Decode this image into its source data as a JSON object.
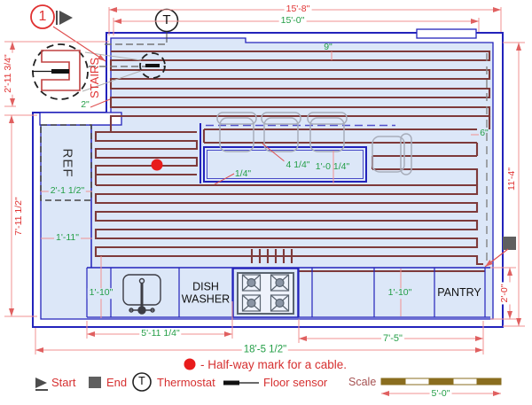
{
  "colors": {
    "wall": "#2323bb",
    "floor": "#dce7f8",
    "cable": "#7e3a3a",
    "dim_line": "#f29090",
    "dim_red": "#e03232",
    "dim_green": "#239e46",
    "legend_red": "#d63030",
    "scale_brown": "#8a6d1f"
  },
  "plan": {
    "callout_number": "1",
    "thermostat_symbol": "T",
    "labels": {
      "stairs": "STAIRS",
      "ref": "REF",
      "dish_washer": "DISH\nWASHER",
      "pantry": "PANTRY"
    },
    "dimensions": {
      "top_outer": "15'-8\"",
      "top_inner": "15'-0\"",
      "stairs_height": "2'-11 3/4\"",
      "left_height": "7'-11 1/2\"",
      "right_height": "11'-4\"",
      "right_counter_depth": "2'-0\"",
      "cable_offset_top": "9\"",
      "cable_offset_right": "6\"",
      "cable_offset_stairs": "2\"",
      "island_gap": "4 1/4\"",
      "island_offset": "1/4\"",
      "island_depth": "1'-0 1/4\"",
      "ref_width": "2'-1 1/2\"",
      "left_counter_width": "1'-11\"",
      "left_cabinet_width": "1'-10\"",
      "right_cabinet_width": "1'-10\"",
      "sink_run": "5'-11 1/4\"",
      "bottom_width": "18'-5 1/2\"",
      "right_run": "7'-5\""
    }
  },
  "legend": {
    "halfway_note": "- Half-way mark for a cable.",
    "start": "Start",
    "end": "End",
    "thermostat": "Thermostat",
    "thermostat_symbol": "T",
    "floor_sensor": "Floor sensor",
    "scale_label": "Scale",
    "scale_value": "5'-0\""
  }
}
